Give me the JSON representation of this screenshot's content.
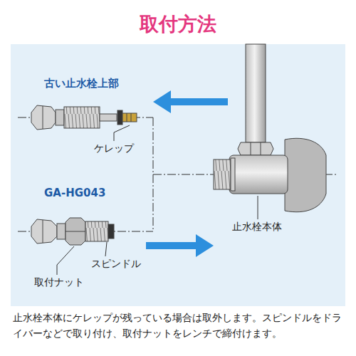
{
  "diagram": {
    "title": "取付方法",
    "caption": "止水栓本体にケレップが残っている場合は取外します。スピンドルをドライバーなどで取り付け、取付ナットをレンチで締付けます。",
    "labels": [
      "古い止水栓上部",
      "ケレップ",
      "GA-HG043",
      "スピンドル",
      "取付ナット",
      "止水栓本体"
    ]
  }
}
